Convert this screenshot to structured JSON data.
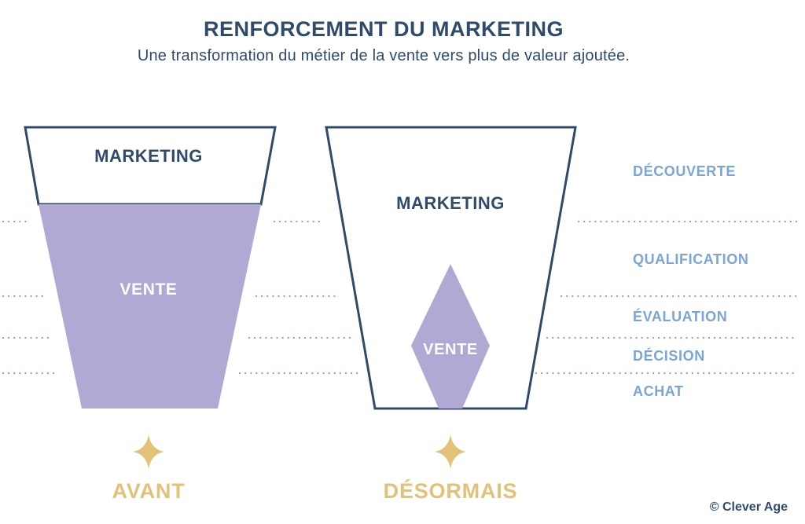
{
  "header": {
    "title": "RENFORCEMENT DU MARKETING",
    "subtitle": "Une transformation du métier de la vente vers plus de valeur ajoutée."
  },
  "funnels": {
    "before": {
      "top_label": "MARKETING",
      "bottom_label": "VENTE",
      "caption": "AVANT"
    },
    "after": {
      "top_label": "MARKETING",
      "diamond_label": "VENTE",
      "caption": "DÉSORMAIS"
    }
  },
  "stages": [
    "DÉCOUVERTE",
    "QUALIFICATION",
    "ÉVALUATION",
    "DÉCISION",
    "ACHAT"
  ],
  "copyright": "© Clever Age",
  "colors": {
    "navy": "#2f4a6b",
    "lavender": "#b2a8d4",
    "stage_blue": "#7aa5d4",
    "gold": "#e2c178"
  }
}
